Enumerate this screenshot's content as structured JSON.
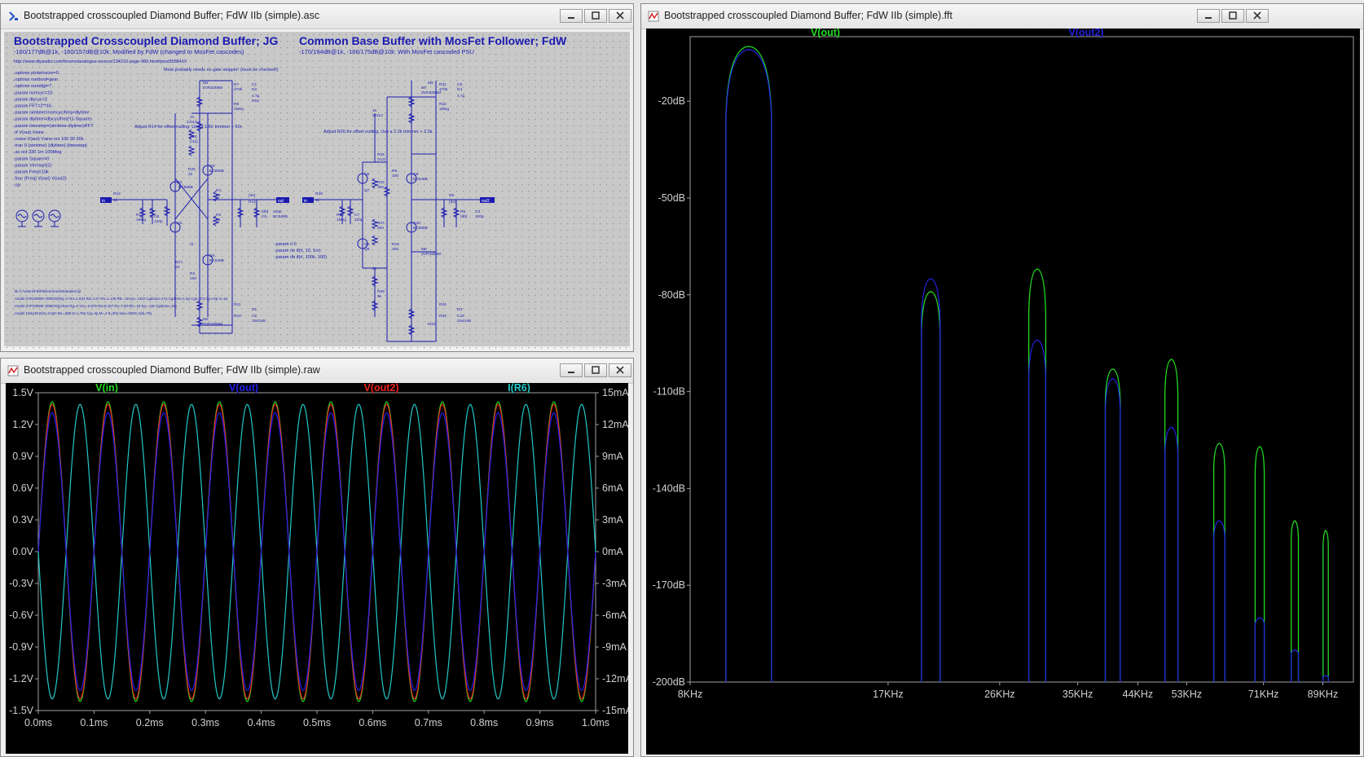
{
  "schematic": {
    "title": "Bootstrapped crosscoupled Diamond Buffer; FdW IIb (simple).asc",
    "heading_left": "Bootstrapped Crosscoupled Diamond Buffer; JG",
    "heading_right": "Common Base Buffer with MosFet Follower; FdW",
    "sub_left": "-160/177dB@1k, -160/157dB@10k: Modified by FdW (changed to MosFet cascodes)",
    "sub_right": "-170/194dB@1k, -166/175dB@10k: With MosFet cascoded PSU",
    "url": "http://www.diyaudio.com/forums/analogue-source/134210-page-989.html#post3958419",
    "directives": [
      ".options plotwinsize=0",
      ".options method=gear",
      ".options numdgt=7",
      ".param ncmcyc=10",
      ".param dlycyc=2",
      ".param FFT=2**16",
      ".param simtime=ncmcyc/freq+dlytime",
      ".param dlytime=dlycyc/freq*(1-Square)",
      ".param timestep=(simtime-dlytime)/FFT",
      ".tf V(out) Vsine",
      ".noise V(out) Vsine oct 100 20 20k",
      ".tran 0 {simtime} {dlytime} {timestep}",
      ".ac oct 330 1m 100Meg",
      ".param Square=0",
      ".param Vin=sqrt(2)",
      ".param Freq=10k",
      ".four {Freq} V(out) V(out2)",
      ".op"
    ],
    "params_block": [
      ".param rl 0",
      ".param rle if(rl, 10, 1m)",
      ".param rlb if(rl, 100k, 100)"
    ],
    "note_mos": "Most probably needs no gate stopper! (must be checked!)",
    "note_r14": "Adjust R14 for offset nulling. Use a 100r trimmer + 50r.",
    "note_r26": "Adjust R26 for offset nulling. Use a 2.2k trimmer + 3.3k.",
    "lib_block": [
      ".lib C:\\Users\\FdW\\Electronics\\Standard.bjt",
      ".model ZVN3306M VDMOS(Rg=3 Vto=1.824 Rd=1.67 Rs=1.128 Rb=.18 Kp=.1322 Cgdmax=17p Cgdmin=1.5p Cgs=47p Cjo=8p Is=1p",
      ".model ZVP3306M VDMOS(pchan Rg=3 Vto=-2.875 Rd=8.157 Rs=7.83 Rb=.18 Kp=.116 Cgdmax=15p",
      ".model 1N4148 D(Is=2.52n Rs=.568 N=1.752 Cjo=4p M=.4 tt=20n Iave=200m Vpk=75)"
    ],
    "comp_left": [
      "Q1",
      "Q2",
      "Q3",
      "Q4",
      "R12",
      "1k",
      "R1",
      "1Meg",
      "C8",
      "120p",
      "R25",
      "22",
      "R17",
      "22",
      "R4",
      "22",
      "R3",
      "22",
      "J3",
      "J1",
      "2J113",
      "R14",
      "{r11}",
      "R2",
      "100",
      "M1",
      "M2",
      "ZVN3306M",
      "ZVP3306M",
      "R7",
      "R8",
      "R11",
      "R10",
      "470k",
      "1Meg",
      "C1",
      "C2",
      "4.7µ",
      "D1",
      "D2",
      "1N4148",
      "R18",
      "{rle}",
      "R13",
      "{rlb}",
      "C5",
      "100p",
      "BC546B",
      "BC556B",
      "BC546B",
      "BC556B"
    ],
    "comp_right": [
      "Q5",
      "Q6",
      "Q7",
      "Q8",
      "Q9",
      "Q10",
      "R29",
      "1k",
      "R30",
      "1Meg",
      "C7",
      "220p",
      "R23",
      "300",
      "R27",
      "500",
      "R15",
      "100",
      "R28",
      "5k",
      "R26",
      "{r12}",
      "R9",
      "100",
      "J5",
      "J6",
      "2J113",
      "M7",
      "M8",
      "ZVN3306M",
      "ZVP3306M",
      "M9",
      "M10",
      "R31",
      "R32",
      "R34",
      "R33",
      "470k",
      "1Meg",
      "C9",
      "C10",
      "4.7µ",
      "D3",
      "D4",
      "1N4148",
      "R6",
      "{rle}",
      "R5",
      "{rlb}",
      "C3",
      "100p",
      "BC546B",
      "BC556B"
    ],
    "ports": {
      "in": "in",
      "out": "out",
      "out2": "out2"
    }
  },
  "raw": {
    "title": "Bootstrapped crosscoupled Diamond Buffer; FdW IIb (simple).raw"
  },
  "fft": {
    "title": "Bootstrapped crosscoupled Diamond Buffer; FdW IIb (simple).fft"
  },
  "chart_data": [
    {
      "type": "line",
      "chart": "transient",
      "series": [
        {
          "name": "V(in)",
          "color": "#22dd22",
          "amplitude": 1.414,
          "freq_khz": 10,
          "phase_deg": 0
        },
        {
          "name": "V(out)",
          "color": "#2020ee",
          "amplitude": 1.31,
          "freq_khz": 10,
          "phase_deg": 0
        },
        {
          "name": "V(out2)",
          "color": "#ee2020",
          "amplitude": 1.39,
          "freq_khz": 10,
          "phase_deg": 0
        },
        {
          "name": "I(R6)",
          "color": "#22c8c8",
          "amplitude_ma": 13.9,
          "freq_khz": 10,
          "phase_deg": 180
        }
      ],
      "xlim": [
        0,
        1.0
      ],
      "ylim_left": [
        -1.5,
        1.5
      ],
      "ylim_right": [
        -15,
        15
      ],
      "x_ticks": [
        "0.0ms",
        "0.1ms",
        "0.2ms",
        "0.3ms",
        "0.4ms",
        "0.5ms",
        "0.6ms",
        "0.7ms",
        "0.8ms",
        "0.9ms",
        "1.0ms"
      ],
      "y_ticks_left": [
        "1.5V",
        "1.2V",
        "0.9V",
        "0.6V",
        "0.3V",
        "0.0V",
        "-0.3V",
        "-0.6V",
        "-0.9V",
        "-1.2V",
        "-1.5V"
      ],
      "y_ticks_right": [
        "15mA",
        "12mA",
        "9mA",
        "6mA",
        "3mA",
        "0mA",
        "-3mA",
        "-6mA",
        "-9mA",
        "-12mA",
        "-15mA"
      ]
    },
    {
      "type": "line",
      "chart": "fft",
      "xscale": "log",
      "xlim_khz": [
        8,
        100
      ],
      "ylim_db": [
        -200,
        0
      ],
      "x_ticks": [
        "8KHz",
        "17KHz",
        "26KHz",
        "35KHz",
        "44KHz",
        "53KHz",
        "71KHz",
        "89KHz"
      ],
      "x_tick_values_khz": [
        8,
        17,
        26,
        35,
        44,
        53,
        71,
        89
      ],
      "y_ticks": [
        "-20dB",
        "-50dB",
        "-80dB",
        "-110dB",
        "-140dB",
        "-170dB",
        "-200dB"
      ],
      "y_tick_values": [
        -20,
        -50,
        -80,
        -110,
        -140,
        -170,
        -200
      ],
      "series": [
        {
          "name": "V(out)",
          "color": "#22dd22",
          "peaks": [
            {
              "f": 10,
              "db": -3
            },
            {
              "f": 20,
              "db": -79
            },
            {
              "f": 30,
              "db": -72
            },
            {
              "f": 40,
              "db": -103
            },
            {
              "f": 50,
              "db": -100
            },
            {
              "f": 60,
              "db": -126
            },
            {
              "f": 70,
              "db": -127
            },
            {
              "f": 80,
              "db": -150
            },
            {
              "f": 90,
              "db": -153
            }
          ]
        },
        {
          "name": "V(out2)",
          "color": "#2222dd",
          "peaks": [
            {
              "f": 10,
              "db": -4
            },
            {
              "f": 20,
              "db": -75
            },
            {
              "f": 30,
              "db": -94
            },
            {
              "f": 40,
              "db": -106
            },
            {
              "f": 50,
              "db": -121
            },
            {
              "f": 60,
              "db": -150
            },
            {
              "f": 70,
              "db": -180
            },
            {
              "f": 80,
              "db": -190
            },
            {
              "f": 90,
              "db": -198
            }
          ]
        }
      ]
    }
  ]
}
